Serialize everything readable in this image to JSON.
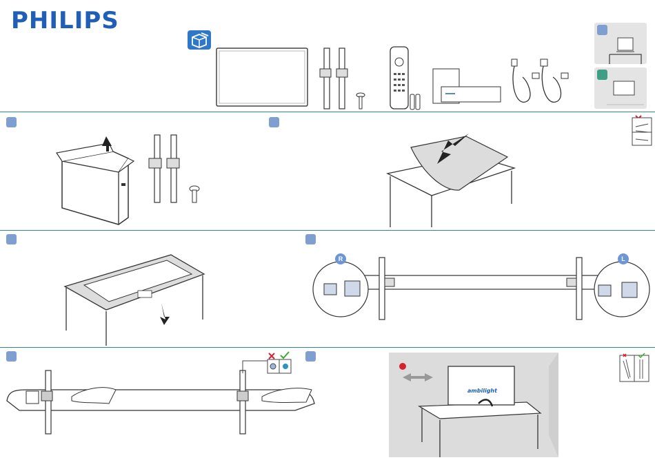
{
  "brand": {
    "name": "PHILIPS",
    "color": "#1f5fb8"
  },
  "accent_colors": {
    "divider": "#2e8a80",
    "step_badge": "#7f9fd0",
    "teal_badge": "#3f9e86",
    "warning": "#d9212e",
    "check": "#3aa935"
  },
  "contents": {
    "icon": "box-contents-icon",
    "items": [
      "tv-icon",
      "stand-legs-icon",
      "screw-icon",
      "remote-control-icon",
      "batteries-icon",
      "documents-icon",
      "power-cord-icon"
    ]
  },
  "mounting_options": [
    {
      "icon": "table-stand-icon",
      "badge_color": "#7f9fd0"
    },
    {
      "icon": "wall-mount-icon",
      "badge_color": "#3f9e86"
    }
  ],
  "steps": [
    {
      "illustration": "open-box-illustration"
    },
    {
      "illustration": "soft-cloth-table-illustration"
    },
    {
      "illustration": "tv-face-down-illustration"
    },
    {
      "illustration": "attach-legs-illustration",
      "left_label": "R",
      "right_label": "L"
    },
    {
      "illustration": "tighten-screws-illustration"
    },
    {
      "illustration": "placement-illustration",
      "screen_text": "ambilight"
    }
  ]
}
